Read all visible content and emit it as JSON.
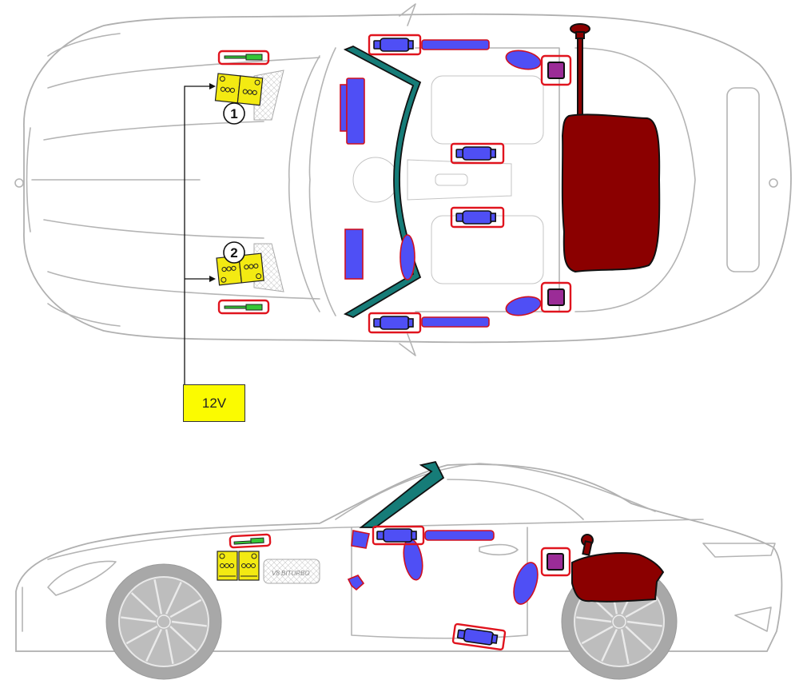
{
  "document": {
    "type": "rescue-sheet",
    "views": [
      "top-view",
      "side-view"
    ]
  },
  "legend_colors": {
    "airbag": "#4f4ff5",
    "highlight_border": "#e0141e",
    "gas_inflator": "#4f4ff5",
    "control_unit": "#9b2c97",
    "fuel_tank": "#8b0000",
    "reinforcement_pillar": "#167c78",
    "battery": "#f3ea12",
    "battery_disconnect_tool": "#36c636",
    "voltage_label_bg": "#fbfb00"
  },
  "callouts": [
    {
      "id": 1,
      "label": "1",
      "item": "battery"
    },
    {
      "id": 2,
      "label": "2",
      "item": "battery"
    }
  ],
  "voltage_label": "12V",
  "components": {
    "top_view": [
      "battery-disconnect-tool-left",
      "battery-1",
      "battery-2",
      "battery-disconnect-tool-right",
      "windshield-frame-reinforcement",
      "front-airbag-driver",
      "front-airbag-passenger",
      "knee-airbag",
      "side-curtain-inflator-left",
      "side-curtain-inflator-right",
      "seat-belt-tensioner-left",
      "seat-belt-tensioner-right",
      "side-airbag-left",
      "side-airbag-right",
      "control-unit-left",
      "control-unit-right",
      "fuel-tank",
      "fuel-filler-neck"
    ],
    "side_view": [
      "battery-disconnect-tool",
      "battery",
      "windshield-frame-reinforcement",
      "side-curtain-inflator",
      "knee-airbag",
      "side-airbag-door",
      "side-airbag-seat",
      "control-unit",
      "seat-belt-tensioner",
      "fuel-tank",
      "fuel-filler-neck",
      "v8-badge"
    ]
  },
  "badge_text": "V8 BITURBO"
}
